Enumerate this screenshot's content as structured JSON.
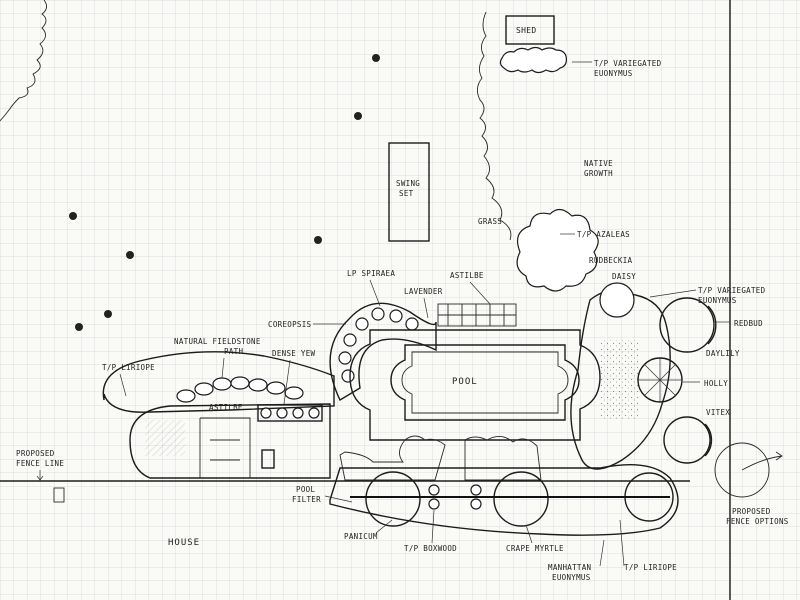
{
  "colors": {
    "paper": "#fafaf7",
    "grid": "#b9c0c9",
    "ink": "#1c1c1c",
    "pool_hatch": "#cfd3d8"
  },
  "labels": {
    "shed": "SHED",
    "tp_variegated_euonymus_top_1": "T/P VARIEGATED",
    "tp_variegated_euonymus_top_2": "EUONYMUS",
    "native_growth_1": "NATIVE",
    "native_growth_2": "GROWTH",
    "swing_set_1": "SWING",
    "swing_set_2": "SET",
    "grass": "GRASS",
    "tp_azaleas": "T/P AZALEAS",
    "rudbeckia": "RUDBECKIA",
    "lp_spiraea": "LP SPIRAEA",
    "astilbe": "ASTILBE",
    "daisy": "DAISY",
    "tp_variegated_euonymus_right_1": "T/P VARIEGATED",
    "tp_variegated_euonymus_right_2": "EUONYMUS",
    "lavender": "LAVENDER",
    "coreopsis": "COREOPSIS",
    "redbud": "REDBUD",
    "daylily": "DAYLILY",
    "natural_fieldstone_1": "NATURAL FIELDSTONE",
    "natural_fieldstone_2": "PATH",
    "dense_yew": "DENSE YEW",
    "pool": "POOL",
    "holly": "HOLLY",
    "tp_liriope_left": "T/P LIRIOPE",
    "astilbe_lower": "ASTILBE",
    "vitex": "VITEX",
    "proposed_fence_line_1": "PROPOSED",
    "proposed_fence_line_2": "FENCE LINE",
    "pool_filter_1": "POOL",
    "pool_filter_2": "FILTER",
    "house": "HOUSE",
    "panicum": "PANICUM",
    "tp_boxwood": "T/P BOXWOOD",
    "crape_myrtle": "CRAPE MYRTLE",
    "proposed_fence_options_1": "PROPOSED",
    "proposed_fence_options_2": "FENCE OPTIONS",
    "manhattan_euonymus_1": "MANHATTAN",
    "manhattan_euonymus_2": "EUONYMUS",
    "tp_liriope_bottom": "T/P LIRIOPE"
  }
}
